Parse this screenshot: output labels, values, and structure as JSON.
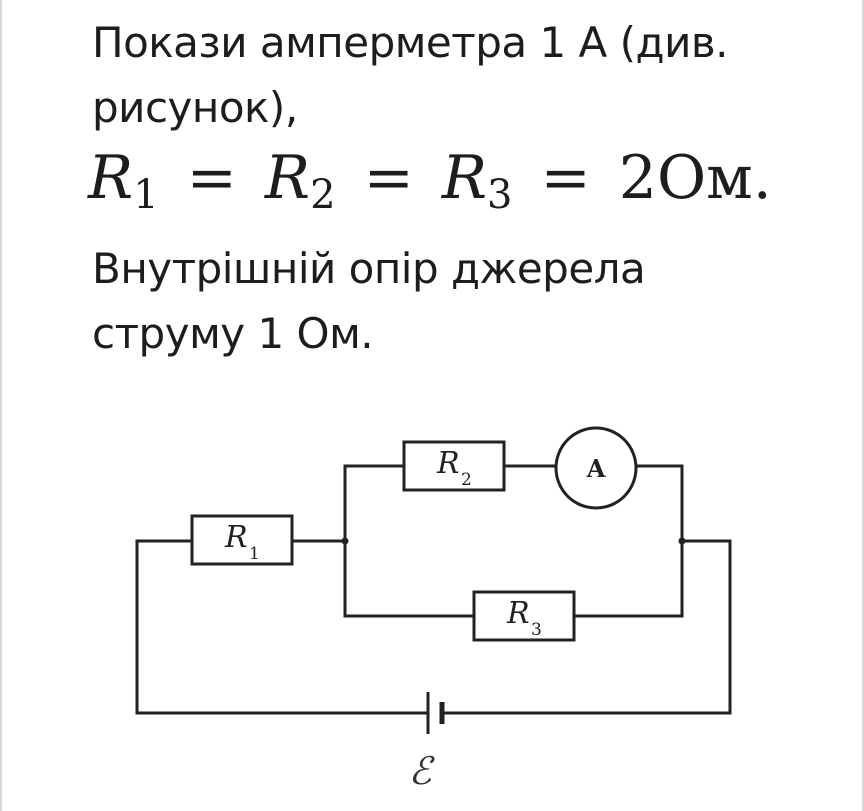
{
  "problem": {
    "line1": "Покази амперметра 1 А (див.",
    "line2": "рисунок),",
    "formula": {
      "r": "R",
      "sub1": "1",
      "sub2": "2",
      "sub3": "3",
      "eq": "=",
      "value": "2Ом."
    },
    "line4": "Внутрішній опір джерела",
    "line5": "струму 1 Ом."
  },
  "circuit": {
    "r1": {
      "letter": "R",
      "sub": "1"
    },
    "r2": {
      "letter": "R",
      "sub": "2"
    },
    "r3": {
      "letter": "R",
      "sub": "3"
    },
    "ammeter": "A",
    "source": "ℰ"
  }
}
